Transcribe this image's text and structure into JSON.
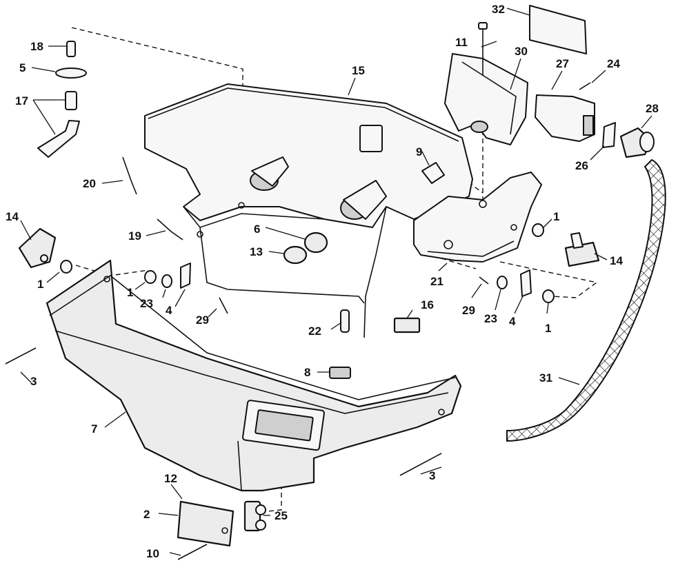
{
  "callouts": {
    "c1a": "1",
    "c1b": "1",
    "c1c": "1",
    "c1d": "1",
    "c2": "2",
    "c3a": "3",
    "c3b": "3",
    "c4a": "4",
    "c4b": "4",
    "c5": "5",
    "c6": "6",
    "c7": "7",
    "c8": "8",
    "c9": "9",
    "c10": "10",
    "c11": "11",
    "c12": "12",
    "c13": "13",
    "c14a": "14",
    "c14b": "14",
    "c15": "15",
    "c16": "16",
    "c17": "17",
    "c18": "18",
    "c19": "19",
    "c20": "20",
    "c21": "21",
    "c22": "22",
    "c23a": "23",
    "c23b": "23",
    "c24": "24",
    "c25": "25",
    "c26": "26",
    "c27": "27",
    "c28": "28",
    "c29a": "29",
    "c29b": "29",
    "c30": "30",
    "c31": "31",
    "c32": "32"
  }
}
